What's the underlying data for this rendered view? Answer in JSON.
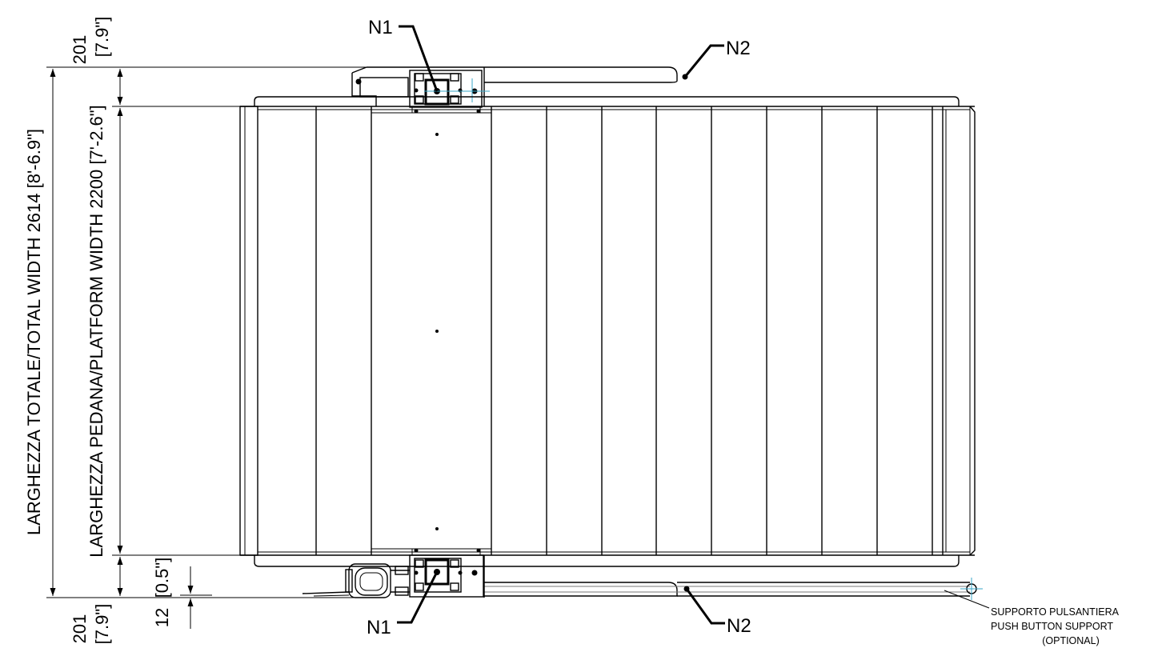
{
  "dimensions": {
    "total_width_label": "LARGHEZZA TOTALE/TOTAL WIDTH 2614 [8'-6.9\"]",
    "platform_width_label": "LARGHEZZA PEDANA/PLATFORM WIDTH 2200 [7'-2.6\"]",
    "top_offset_mm": "201",
    "top_offset_in": "[7.9\"]",
    "bottom_offset_mm": "201",
    "bottom_offset_in": "[7.9\"]",
    "gap_mm": "12",
    "gap_in": "[0.5\"]"
  },
  "callouts": {
    "n1_top": "N1",
    "n2_top": "N2",
    "n1_bottom": "N1",
    "n2_bottom": "N2"
  },
  "note": {
    "line1": "SUPPORTO PULSANTIERA",
    "line2": "PUSH BUTTON SUPPORT",
    "line3": "(OPTIONAL)"
  }
}
